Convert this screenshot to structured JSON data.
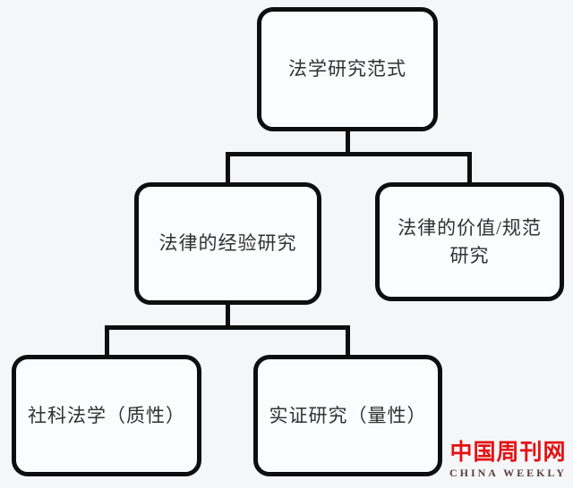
{
  "diagram": {
    "root": {
      "label": "法学研究范式"
    },
    "level2": [
      {
        "label": "法律的经验研究"
      },
      {
        "label": "法律的价值/规范研究"
      }
    ],
    "level3": [
      {
        "label": "社科法学（质性）"
      },
      {
        "label": "实证研究（量性）"
      }
    ]
  },
  "watermark": {
    "title": "中国周刊网",
    "subtitle": "CHINA WEEKLY"
  },
  "colors": {
    "page_bg": "#f5f6f8",
    "box_fill": "#fbfcfd",
    "line": "#0e0e0e",
    "text": "#313131",
    "brand_red": "#e31212",
    "brand_dark_red": "#5a3c38"
  }
}
